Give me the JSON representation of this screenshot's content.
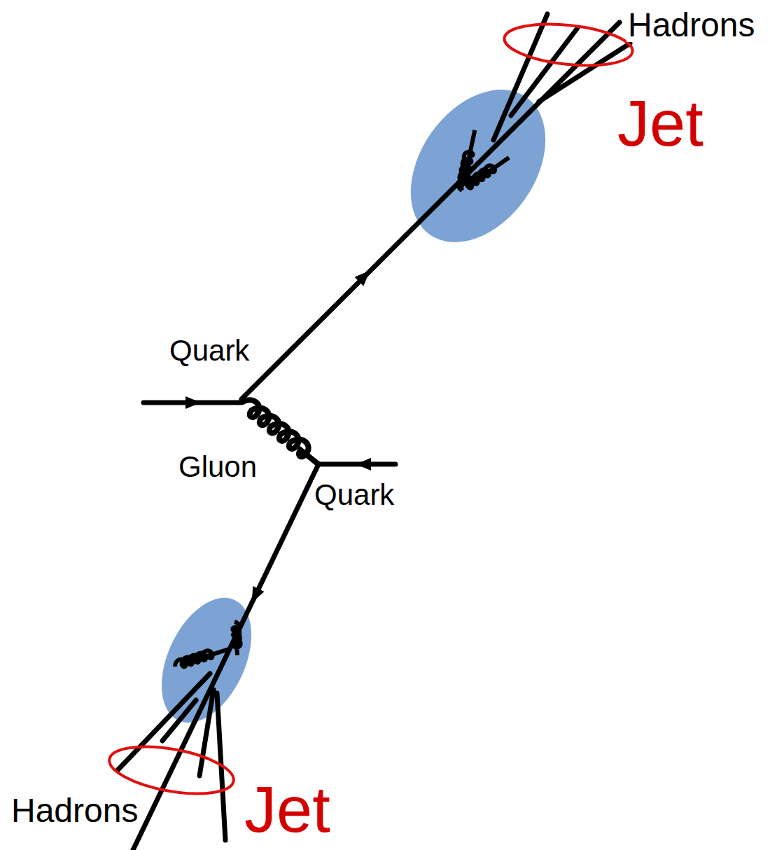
{
  "diagram": {
    "labels": [
      "Hadrons",
      "Jet",
      "Quark",
      "Gluon",
      "Quark",
      "Hadrons",
      "Jet"
    ]
  }
}
